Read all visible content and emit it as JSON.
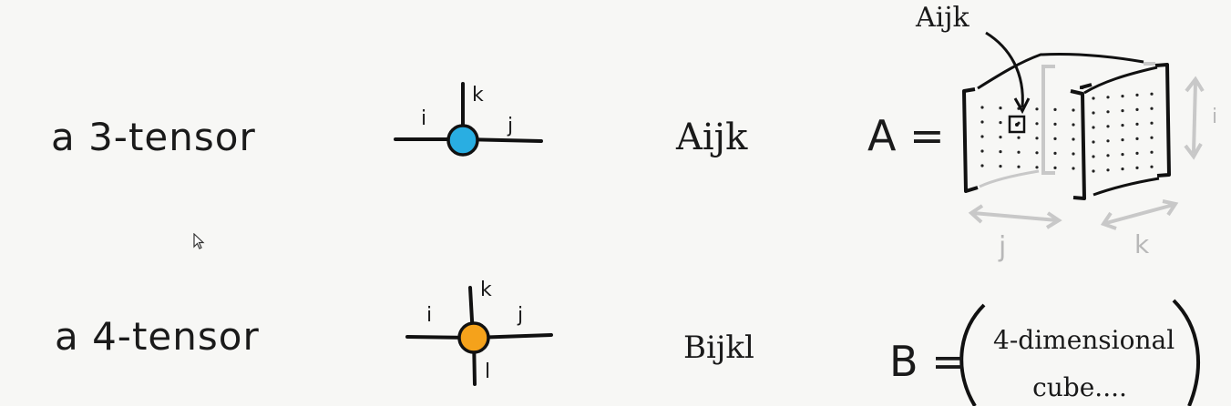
{
  "rows": [
    {
      "label": "a 3-tensor",
      "notation": "Aijk",
      "node_color": "#29aee2",
      "legs": [
        "i",
        "j",
        "k"
      ],
      "equation_lhs": "A =",
      "cube_label": "Aijk",
      "cube_axes": [
        "i",
        "j",
        "k"
      ]
    },
    {
      "label": "a 4-tensor",
      "notation": "Bijkl",
      "node_color": "#f5a21b",
      "legs": [
        "i",
        "j",
        "k",
        "l"
      ],
      "equation_lhs": "B =",
      "description_line1": "4-dimensional",
      "description_line2": "cube...."
    }
  ]
}
